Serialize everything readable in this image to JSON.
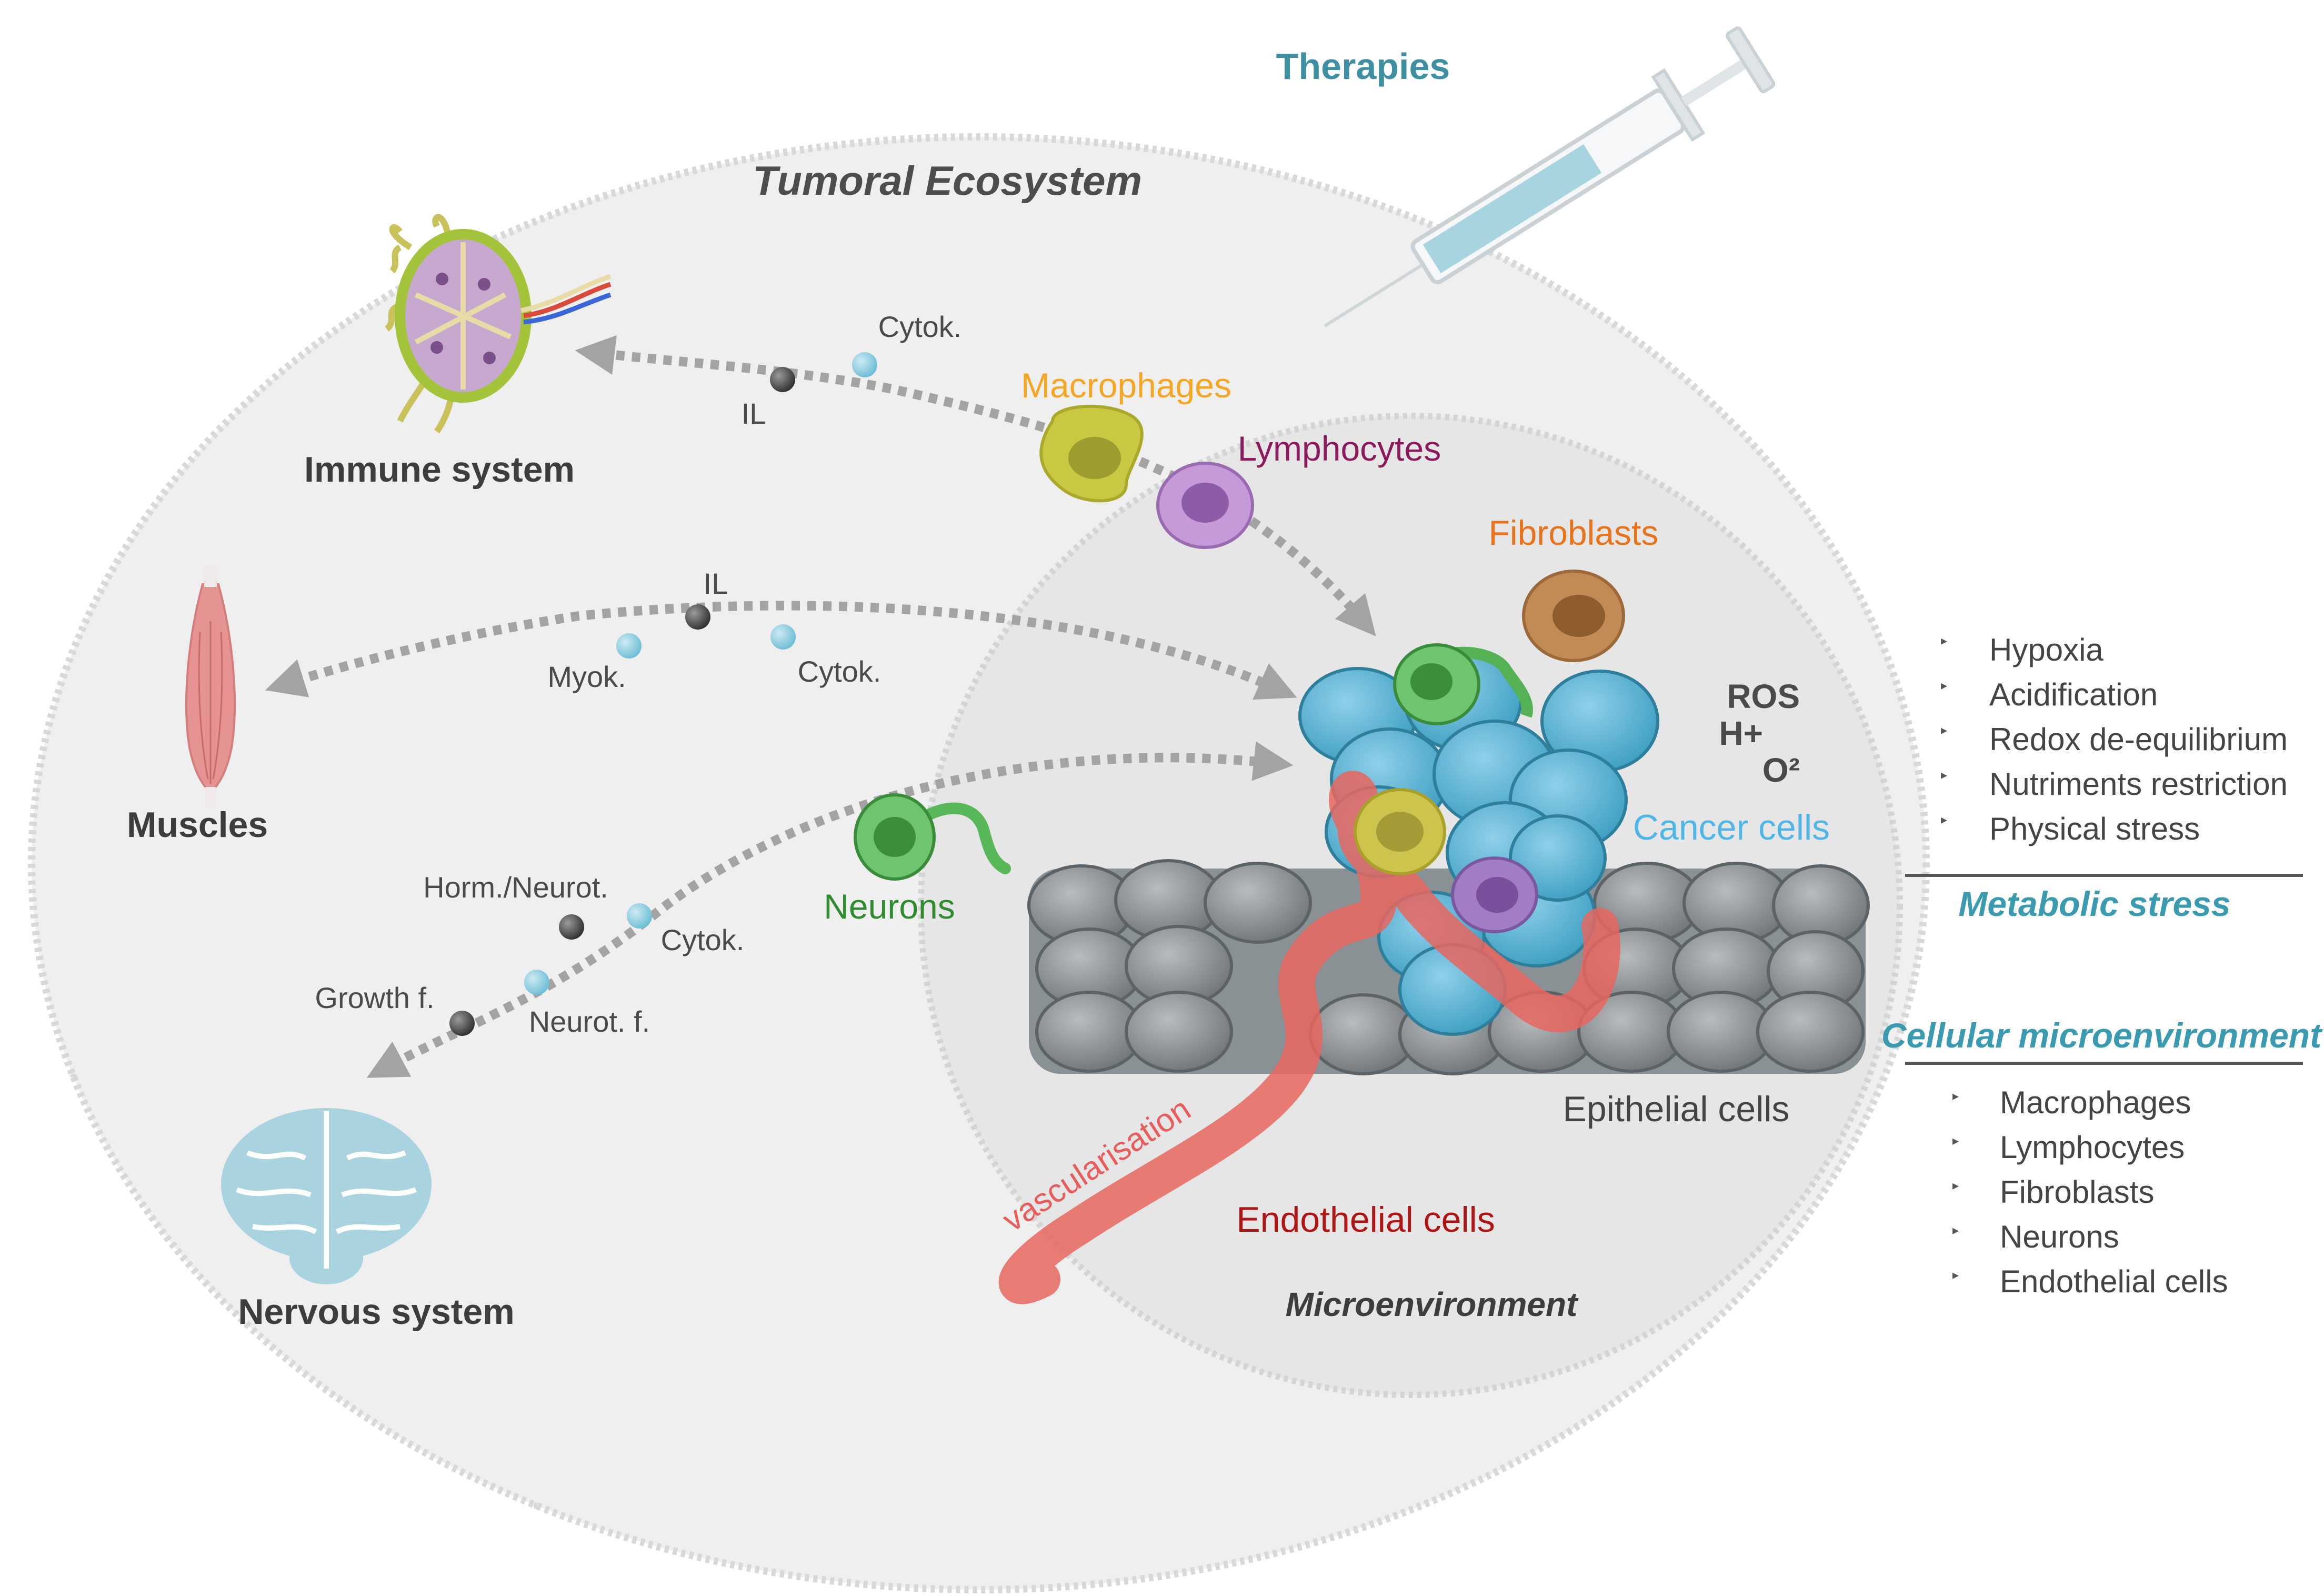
{
  "headers": {
    "therapies": "Therapies",
    "tumoral_ecosystem": "Tumoral Ecosystem",
    "microenvironment": "Microenvironment"
  },
  "organs": {
    "immune": "Immune system",
    "muscles": "Muscles",
    "nervous": "Nervous system"
  },
  "signals": {
    "immune_cytok": "Cytok.",
    "immune_il": "IL",
    "muscle_il": "IL",
    "muscle_myok": "Myok.",
    "muscle_cytok": "Cytok.",
    "nerve_horm": "Horm./Neurot.",
    "nerve_cytok": "Cytok.",
    "nerve_growth": "Growth f.",
    "nerve_neurot": "Neurot. f."
  },
  "cells": {
    "macrophages": "Macrophages",
    "lymphocytes": "Lymphocytes",
    "fibroblasts": "Fibroblasts",
    "neurons": "Neurons",
    "cancer": "Cancer cells",
    "epithelial": "Epithelial cells",
    "endothelial": "Endothelial cells",
    "vascularisation": "vascularisation"
  },
  "stress_markers": {
    "ros": "ROS",
    "h": "H+",
    "o2": "O²"
  },
  "metabolic_stress": {
    "heading": "Metabolic stress",
    "items": [
      "Hypoxia",
      "Acidification",
      "Redox de-equilibrium",
      "Nutriments restriction",
      "Physical stress"
    ]
  },
  "cellular_micro": {
    "heading": "Cellular microenvironment",
    "items": [
      "Macrophages",
      "Lymphocytes",
      "Fibroblasts",
      "Neurons",
      "Endothelial cells"
    ]
  },
  "colors": {
    "therapies": "#3f8fa3",
    "macrophages": "#f5a623",
    "lymphocytes": "#8b1a5c",
    "fibroblasts": "#e8731a",
    "neurons": "#2e8b2e",
    "cancer": "#4fb6e8",
    "endothelial": "#b01515",
    "vascular": "#e85c5c",
    "heading_teal": "#3a9bb0",
    "dark_text": "#444444"
  },
  "icons": [
    "syringe-icon",
    "lymph-node-icon",
    "muscle-icon",
    "brain-icon"
  ]
}
